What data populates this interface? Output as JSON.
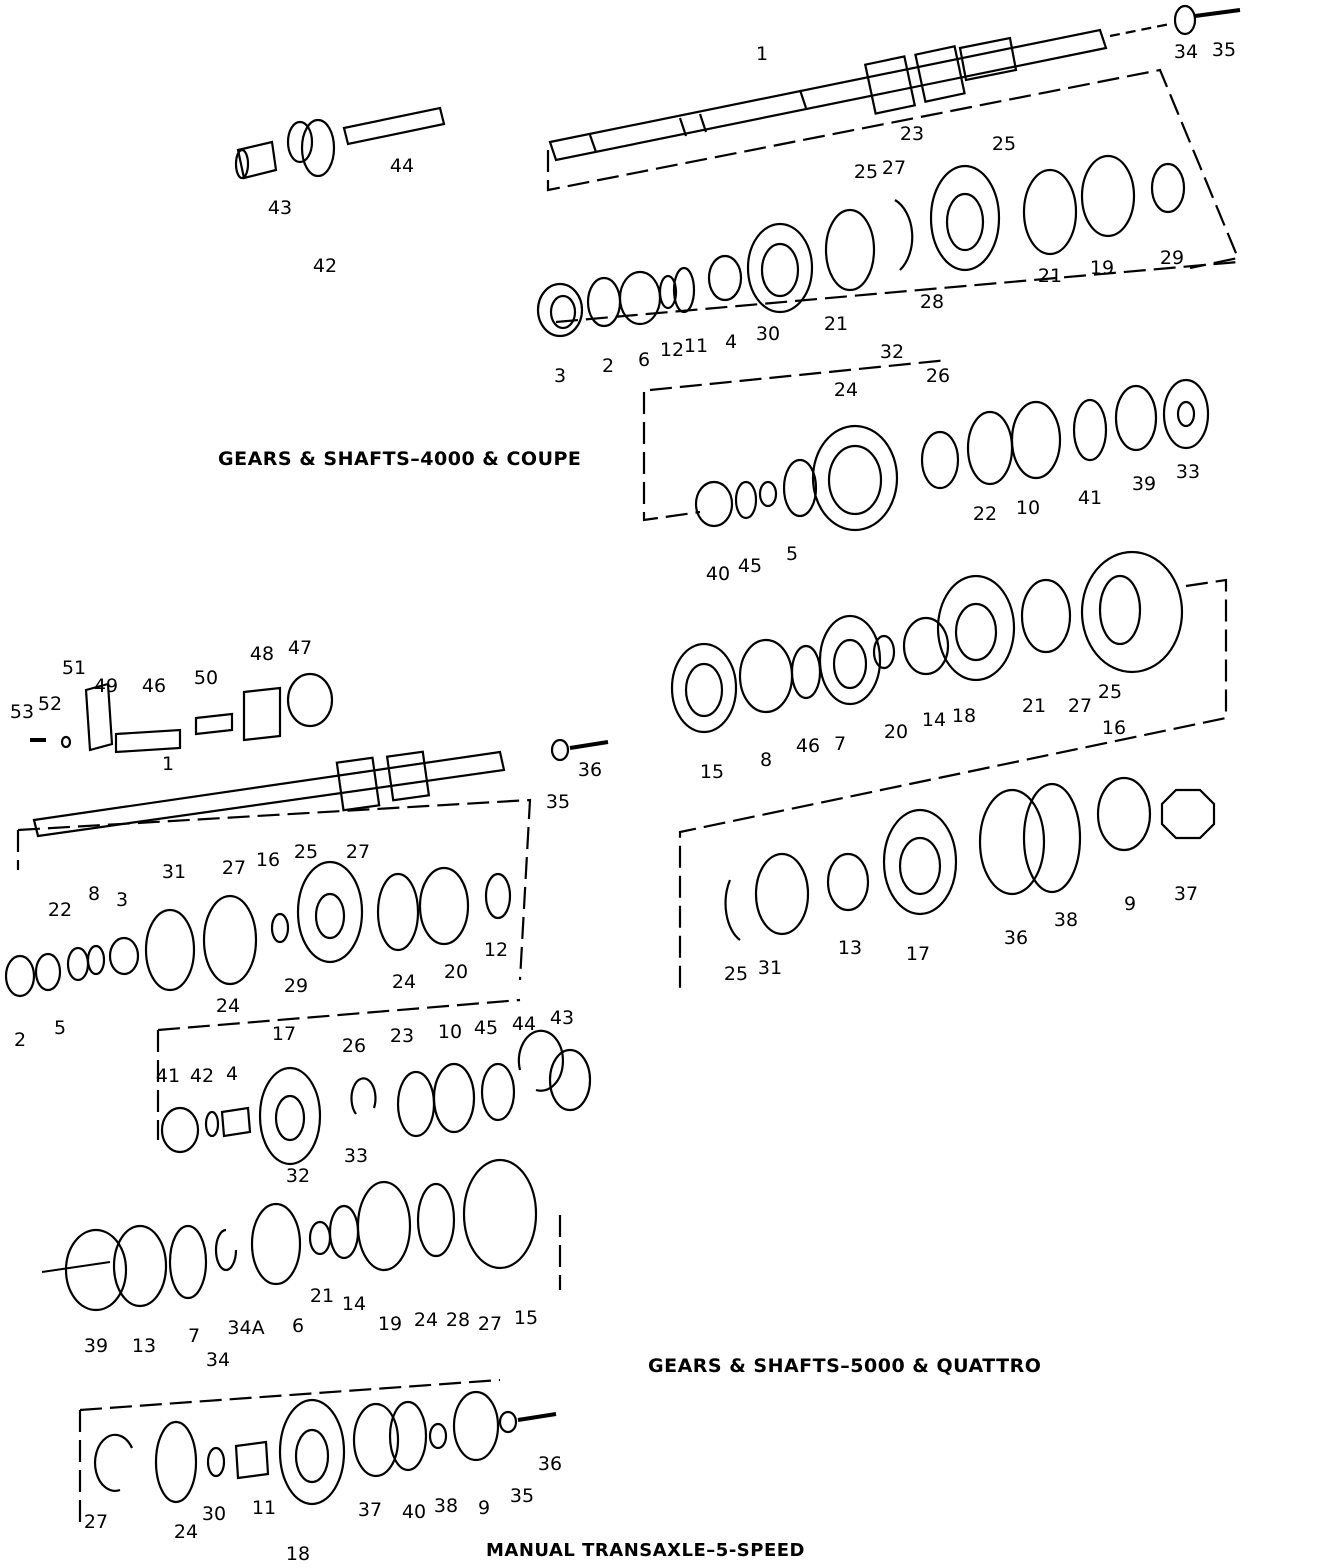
{
  "captions": {
    "gears_4000": "GEARS & SHAFTS–4000 & COUPE",
    "gears_5000": "GEARS & SHAFTS–5000 & QUATTRO",
    "main_title": "MANUAL TRANSAXLE–5-SPEED"
  },
  "callouts": {
    "c4000_mainshaft": [
      "1",
      "34",
      "35"
    ],
    "c4000_small_group": [
      "44",
      "43",
      "42"
    ],
    "c4000_input_row": [
      "3",
      "2",
      "6",
      "12",
      "11",
      "4",
      "30",
      "21",
      "25",
      "27",
      "23",
      "28",
      "25",
      "21",
      "19",
      "29"
    ],
    "c4000_second_row": [
      "32",
      "24",
      "26",
      "40",
      "45",
      "5",
      "22",
      "10",
      "41",
      "39",
      "33"
    ],
    "q5000_upper_row": [
      "15",
      "8",
      "46",
      "7",
      "20",
      "14",
      "18",
      "21",
      "27",
      "25",
      "16"
    ],
    "q5000_lower_row": [
      "25",
      "31",
      "13",
      "17",
      "36",
      "38",
      "9",
      "37"
    ],
    "trans_shaft_group": [
      "53",
      "52",
      "51",
      "49",
      "46",
      "50",
      "48",
      "47",
      "1",
      "35",
      "36"
    ],
    "trans_row_a": [
      "2",
      "5",
      "22",
      "8",
      "3",
      "31",
      "27",
      "16",
      "25",
      "27",
      "24",
      "29",
      "24",
      "20",
      "12"
    ],
    "trans_row_b": [
      "41",
      "42",
      "4",
      "17",
      "26",
      "32",
      "33",
      "23",
      "10",
      "45",
      "44",
      "43"
    ],
    "trans_row_c": [
      "39",
      "13",
      "7",
      "34",
      "34A",
      "6",
      "21",
      "14",
      "19",
      "24",
      "28",
      "27",
      "15"
    ],
    "trans_row_d": [
      "27",
      "24",
      "30",
      "11",
      "18",
      "37",
      "40",
      "38",
      "9",
      "35",
      "36"
    ]
  }
}
